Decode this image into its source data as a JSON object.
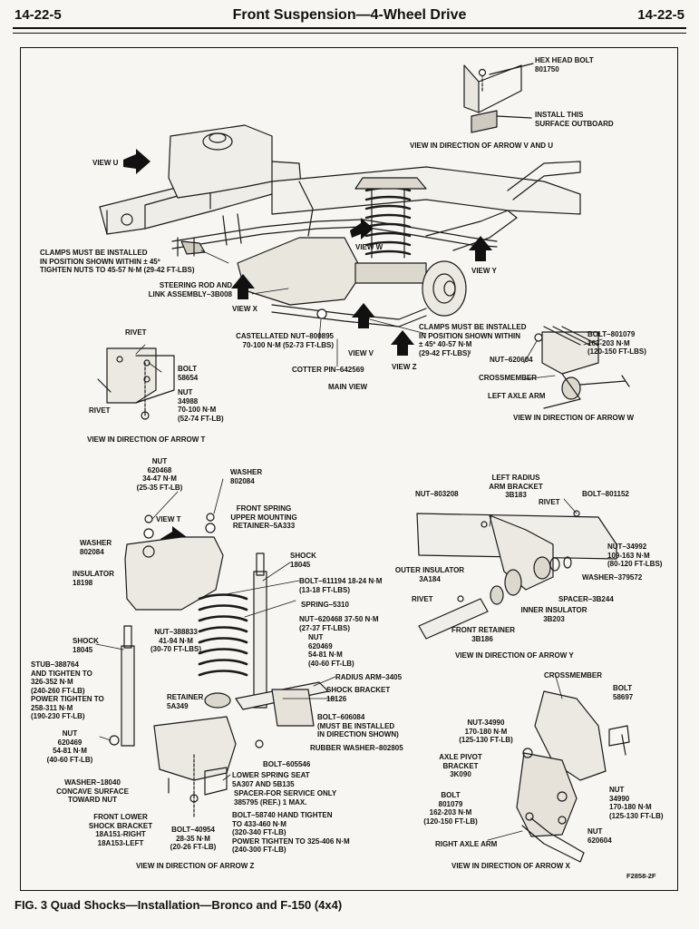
{
  "header": {
    "page_left": "14-22-5",
    "title": "Front Suspension—4-Wheel Drive",
    "page_right": "14-22-5"
  },
  "figure_caption": "FIG. 3  Quad Shocks—Installation—Bronco and F-150 (4x4)",
  "figure_code": "F2858-2F",
  "views": {
    "view_vu": {
      "labels": {
        "hex_bolt": "HEX HEAD BOLT\n801750",
        "install": "INSTALL THIS\nSURFACE OUTBOARD"
      },
      "caption": "VIEW IN DIRECTION OF ARROW V AND U"
    },
    "main": {
      "labels": {
        "view_u": "VIEW U",
        "view_w": "VIEW W",
        "view_y": "VIEW Y",
        "view_x": "VIEW X",
        "view_v": "VIEW V",
        "view_z": "VIEW Z",
        "clamps_left": "CLAMPS MUST BE INSTALLED\nIN POSITION SHOWN WITHIN ± 45º\nTIGHTEN NUTS TO 45-57 N·m (29-42 FT-LBS)",
        "steering_rod": "STEERING ROD AND\nLINK ASSEMBLY–3B008",
        "castellated_nut": "CASTELLATED NUT–800895\n70-100 N·m (52-73 FT-LBS)",
        "cotter_pin": "COTTER PIN–642569",
        "clamps_right": "CLAMPS MUST BE INSTALLED\nIN POSITION SHOWN WITHIN\n± 45º 40-57 N·m\n(29-42 FT-LBS)ˡ"
      },
      "caption": "MAIN VIEW"
    },
    "view_t": {
      "labels": {
        "rivet_top": "RIVET",
        "bolt": "BOLT\n58654",
        "rivet_bottom": "RIVET",
        "nut": "NUT\n34988\n70-100 N·m\n(52-74 FT-LB)"
      },
      "caption": "VIEW IN DIRECTION OF ARROW T"
    },
    "view_w": {
      "labels": {
        "bolt": "BOLT–801079\n163-203 N·m\n(120-150 FT-LBS)",
        "nut": "NUT–620604",
        "crossmember": "CROSSMEMBER",
        "left_axle_arm": "LEFT AXLE ARM"
      },
      "caption": "VIEW IN DIRECTION OF ARROW W"
    },
    "view_z": {
      "labels": {
        "nut_top": "NUT\n620468\n34-47 N·m\n(25-35 FT-LB)",
        "washer_top": "WASHER\n802084",
        "front_spring": "FRONT SPRING\nUPPER MOUNTING\nRETAINER–5A333",
        "view_t": "VIEW T",
        "washer_left": "WASHER\n802084",
        "insulator": "INSULATOR\n18198",
        "shock_right": "SHOCK\n18045",
        "bolt_611194": "BOLT–611194 18-24 N·m\n(13-18 FT-LBS)",
        "spring": "SPRING–5310",
        "nut_620468": "NUT–620468 37-50 N·m\n(27-37 FT-LBS)",
        "nut_388833": "NUT–388833\n41-94 N·m\n(30-70 FT-LBS)",
        "nut_620469_r": "NUT\n620469\n54-81 N·m\n(40-60 FT-LB)",
        "shock_left": "SHOCK\n18045",
        "stub": "STUB–388764\nAND TIGHTEN TO\n326-352 N·m\n(240-260 FT-LB)\nPOWER TIGHTEN TO\n258-311 N·m\n(190-230 FT-LB)",
        "retainer": "RETAINER\n5A349",
        "radius_arm": "RADIUS ARM–3405",
        "shock_bracket": "SHOCK BRACKET\n18126",
        "bolt_606084": "BOLT–606084\n(MUST BE INSTALLED\nIN DIRECTION SHOWN)",
        "nut_620469_l": "NUT\n620469\n54-81 N·m\n(40-60 FT-LB)",
        "rubber_washer": "RUBBER WASHER–802805",
        "bolt_605546": "BOLT–605546",
        "lower_spring_seat": "LOWER SPRING SEAT\n5A307 AND 5B135",
        "washer_18040": "WASHER–18040\nCONCAVE SURFACE\nTOWARD NUT",
        "spacer": "SPACER-FOR SERVICE ONLY\n385795 (REF.) 1 MAX.",
        "front_lower_bracket": "FRONT LOWER\nSHOCK BRACKET\n18A151-RIGHT\n18A153-LEFT",
        "bolt_40954": "BOLT–40954\n28-35 N·m\n(20-26 FT-LB)",
        "bolt_58740": "BOLT–58740 HAND TIGHTEN\nTO 433-460 N·m\n(320-340 FT-LB)\nPOWER TIGHTEN TO 325-406 N·m\n(240-300 FT-LB)"
      },
      "caption": "VIEW IN DIRECTION OF ARROW Z"
    },
    "view_y": {
      "labels": {
        "left_radius_bracket": "LEFT RADIUS\nARM BRACKET\n3B183",
        "nut_803208": "NUT–803208",
        "rivet_top": "RIVET",
        "bolt_801152": "BOLT–801152",
        "nut_34992": "NUT–34992\n109-163 N·m\n(80-120 FT-LBS)",
        "outer_insulator": "OUTER INSULATOR\n3A184",
        "washer_379572": "WASHER–379572",
        "spacer_3b244": "SPACER–3B244",
        "rivet_left": "RIVET",
        "inner_insulator": "INNER INSULATOR\n3B203",
        "front_retainer": "FRONT RETAINER\n3B186"
      },
      "caption": "VIEW IN DIRECTION OF ARROW Y"
    },
    "view_x": {
      "labels": {
        "crossmember": "CROSSMEMBER",
        "bolt_58697": "BOLT\n58697",
        "nut_34990_top": "NUT-34990\n170-180 N·m\n(125-130 FT-LB)",
        "axle_pivot": "AXLE PIVOT\nBRACKET\n3K090",
        "bolt_801079": "BOLT\n801079\n162-203 N·m\n(120-150 FT-LB)",
        "nut_34990_right": "NUT\n34990\n170-180 N·m\n(125-130 FT-LB)",
        "nut_620604": "NUT\n620604",
        "right_axle_arm": "RIGHT AXLE ARM"
      },
      "caption": "VIEW IN DIRECTION OF ARROW X"
    }
  }
}
